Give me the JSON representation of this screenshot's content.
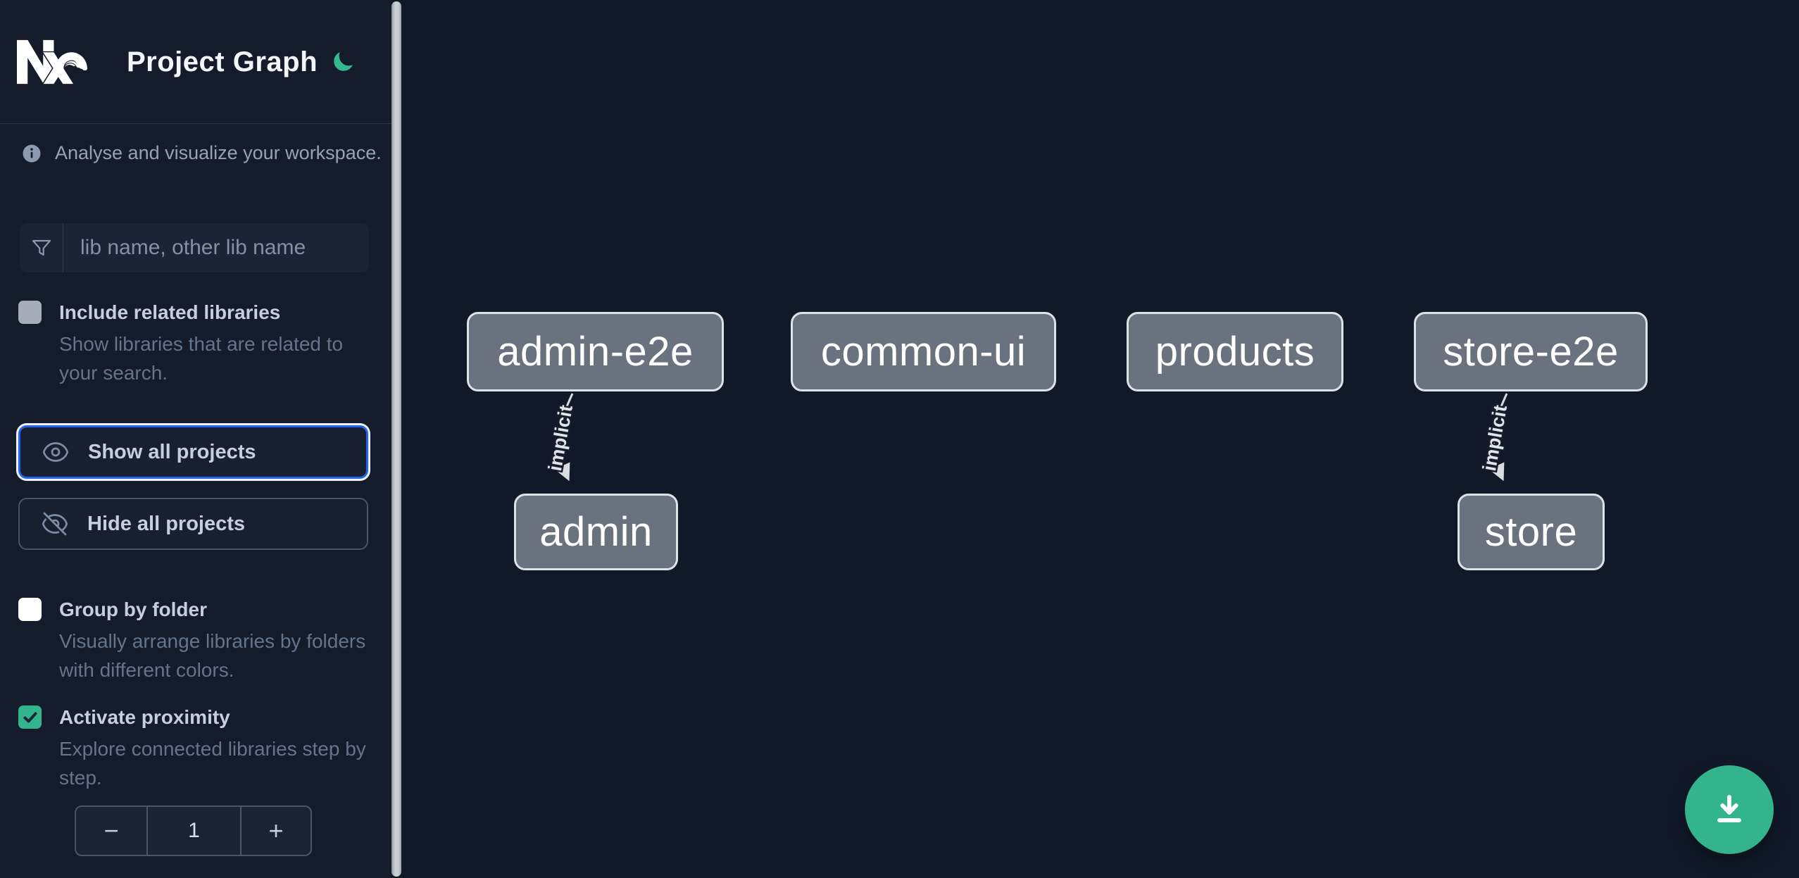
{
  "app": {
    "title": "Project Graph"
  },
  "sidebar": {
    "tagline": "Analyse and visualize your workspace.",
    "search": {
      "placeholder": "lib name, other lib name"
    },
    "include_related": {
      "label": "Include related libraries",
      "description": "Show libraries that are related to your search.",
      "checked": false
    },
    "show_all": {
      "label": "Show all projects"
    },
    "hide_all": {
      "label": "Hide all projects"
    },
    "group_by_folder": {
      "label": "Group by folder",
      "description": "Visually arrange libraries by folders with different colors.",
      "checked": false
    },
    "activate_proximity": {
      "label": "Activate proximity",
      "description": "Explore connected libraries step by step.",
      "checked": true
    },
    "proximity_stepper": {
      "decrement": "−",
      "value": "1",
      "increment": "+"
    }
  },
  "graph": {
    "nodes": [
      {
        "id": "admin-e2e",
        "label": "admin-e2e"
      },
      {
        "id": "common-ui",
        "label": "common-ui"
      },
      {
        "id": "products",
        "label": "products"
      },
      {
        "id": "store-e2e",
        "label": "store-e2e"
      },
      {
        "id": "admin",
        "label": "admin"
      },
      {
        "id": "store",
        "label": "store"
      }
    ],
    "edges": [
      {
        "from": "admin-e2e",
        "to": "admin",
        "label": "implicit",
        "type": "implicit"
      },
      {
        "from": "store-e2e",
        "to": "store",
        "label": "implicit",
        "type": "implicit"
      }
    ]
  },
  "fab": {
    "action": "download-graph"
  },
  "colors": {
    "accent_teal": "#34b48c",
    "focus_blue": "#2563eb",
    "node_fill": "#6a7280",
    "node_border": "#dfe3e8",
    "background": "#111929",
    "sidebar_background": "#141b2b"
  }
}
